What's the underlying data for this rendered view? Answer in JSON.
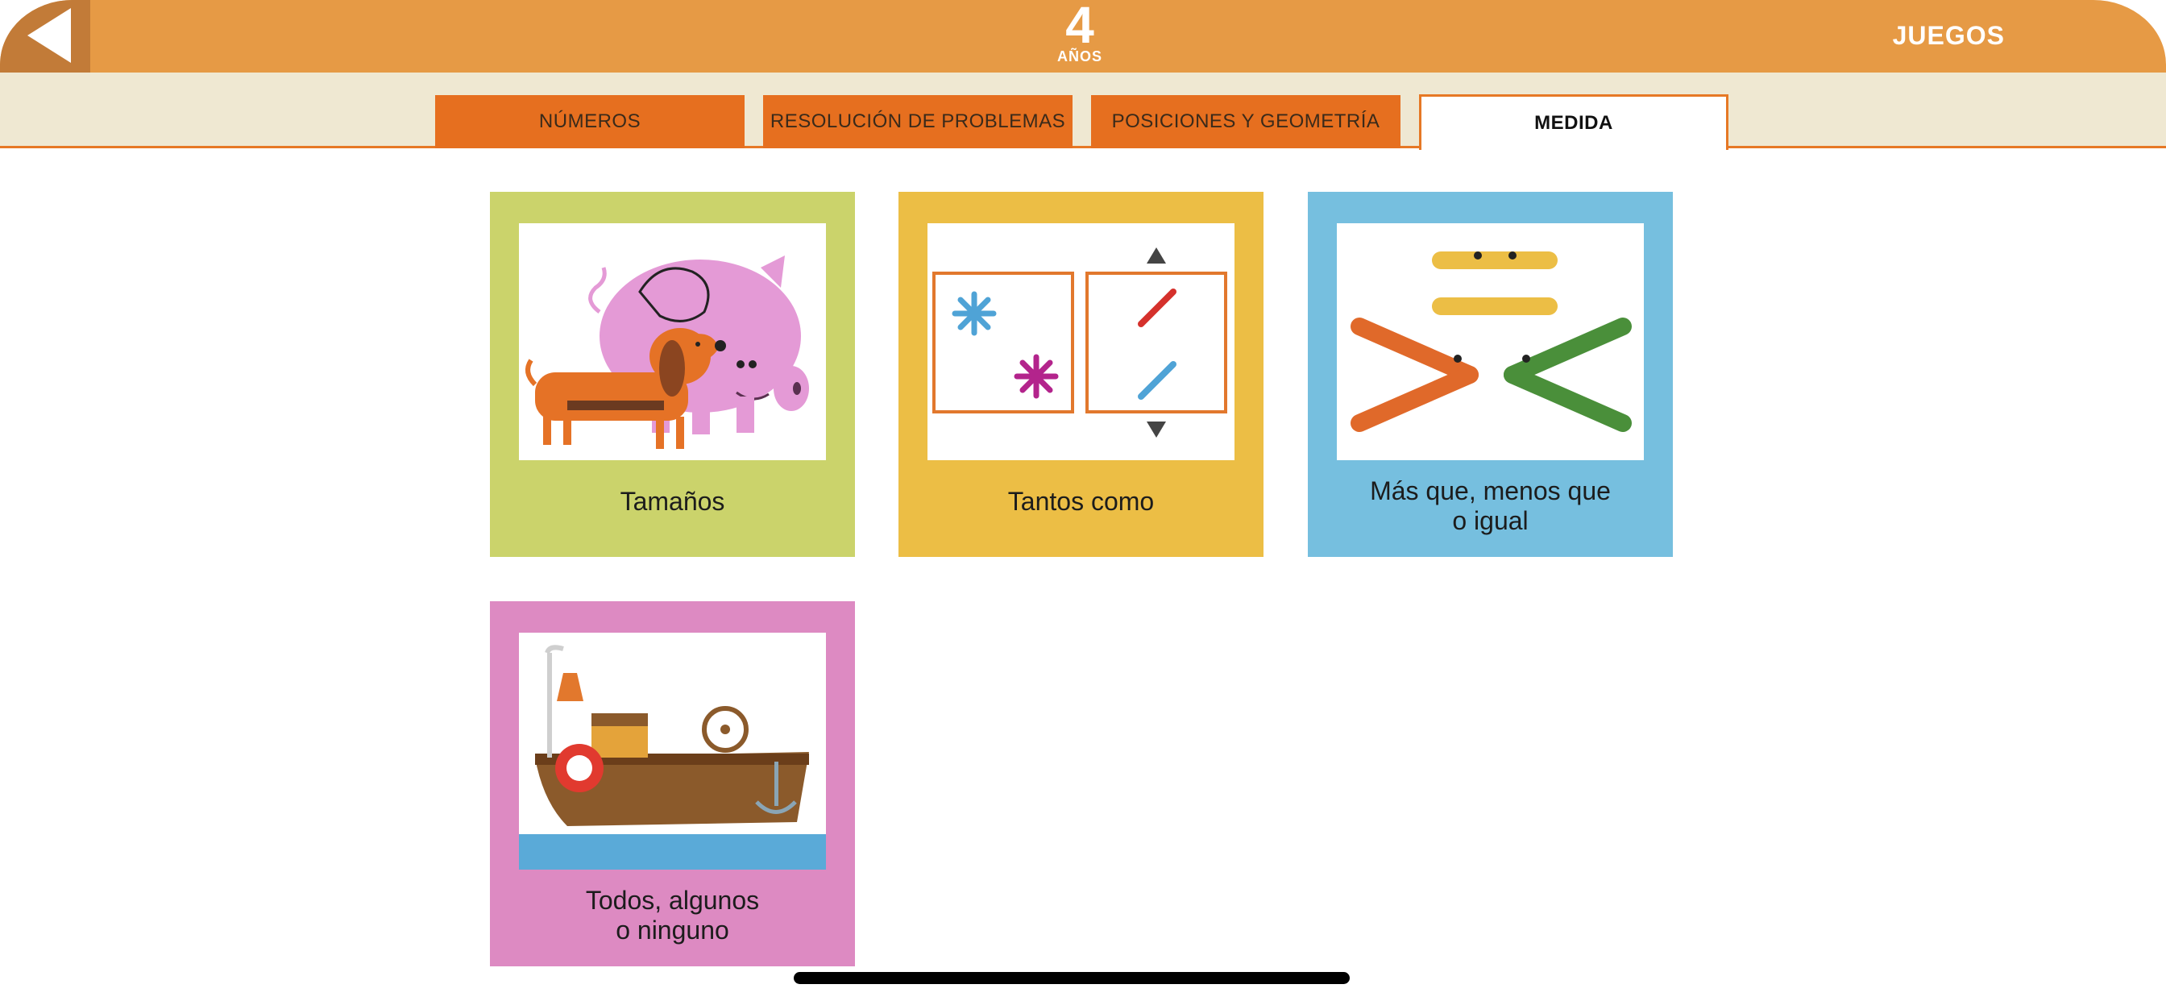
{
  "header": {
    "age_number": "4",
    "age_unit": "AÑOS",
    "games_link": "JUEGOS"
  },
  "tabs": [
    {
      "label": "NÚMEROS",
      "active": false
    },
    {
      "label": "RESOLUCIÓN DE PROBLEMAS",
      "active": false
    },
    {
      "label": "POSICIONES Y GEOMETRÍA",
      "active": false
    },
    {
      "label": "MEDIDA",
      "active": true
    }
  ],
  "cards": [
    {
      "line1": "Tamaños",
      "line2": "",
      "color": "#cbd36b",
      "icon": "pig-and-dog-illustration"
    },
    {
      "line1": "Tantos como",
      "line2": "",
      "color": "#ecbe45",
      "icon": "flowers-and-pencils-illustration"
    },
    {
      "line1": "Más que, menos que",
      "line2": "o igual",
      "color": "#76bfdf",
      "icon": "crocodile-comparison-illustration"
    },
    {
      "line1": "Todos, algunos",
      "line2": "o ninguno",
      "color": "#dd8ac2",
      "icon": "boat-illustration"
    }
  ],
  "colors": {
    "topbar": "#e69a45",
    "back_button": "#c27b38",
    "tab": "#e66f1f",
    "tab_band": "#efe8d2"
  }
}
